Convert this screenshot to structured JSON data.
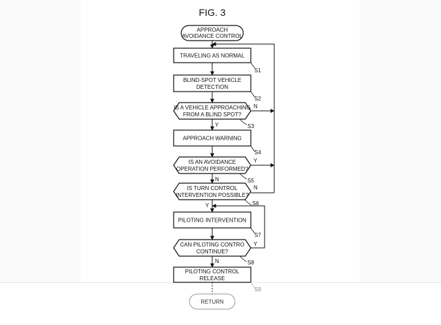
{
  "figure": {
    "title": "FIG. 3"
  },
  "start": {
    "lines": [
      "APPROACH",
      "AVOIDANCE CONTROL"
    ]
  },
  "steps": [
    {
      "id": "S1",
      "kind": "process",
      "lines": [
        "TRAVELING AS NORMAL"
      ]
    },
    {
      "id": "S2",
      "kind": "process",
      "lines": [
        "BLIND-SPOT VEHICLE",
        "DETECTION"
      ]
    },
    {
      "id": "S3",
      "kind": "decision",
      "lines": [
        "IS A VEHICLE APPROACHING",
        "FROM A BLIND SPOT?"
      ],
      "yes": "Y",
      "no": "N"
    },
    {
      "id": "S4",
      "kind": "process",
      "lines": [
        "APPROACH WARNING"
      ]
    },
    {
      "id": "S5",
      "kind": "decision",
      "lines": [
        "IS AN AVOIDANCE",
        "OPERATION PERFORMED?"
      ],
      "yes": "Y",
      "no": "N"
    },
    {
      "id": "S6",
      "kind": "decision",
      "lines": [
        "IS TURN CONTROL",
        "INTERVENTION POSSIBLE?"
      ],
      "yes": "Y",
      "no": "N"
    },
    {
      "id": "S7",
      "kind": "process",
      "lines": [
        "PILOTING INTERVENTION"
      ]
    },
    {
      "id": "S8",
      "kind": "decision",
      "lines": [
        "CAN PILOTING CONTRO",
        "CONTINUE?"
      ],
      "yes": "Y",
      "no": "N"
    },
    {
      "id": "S9",
      "kind": "process",
      "lines": [
        "PILOTING CONTROL",
        "RELEASE"
      ]
    }
  ],
  "end": {
    "label": "RETURN"
  }
}
